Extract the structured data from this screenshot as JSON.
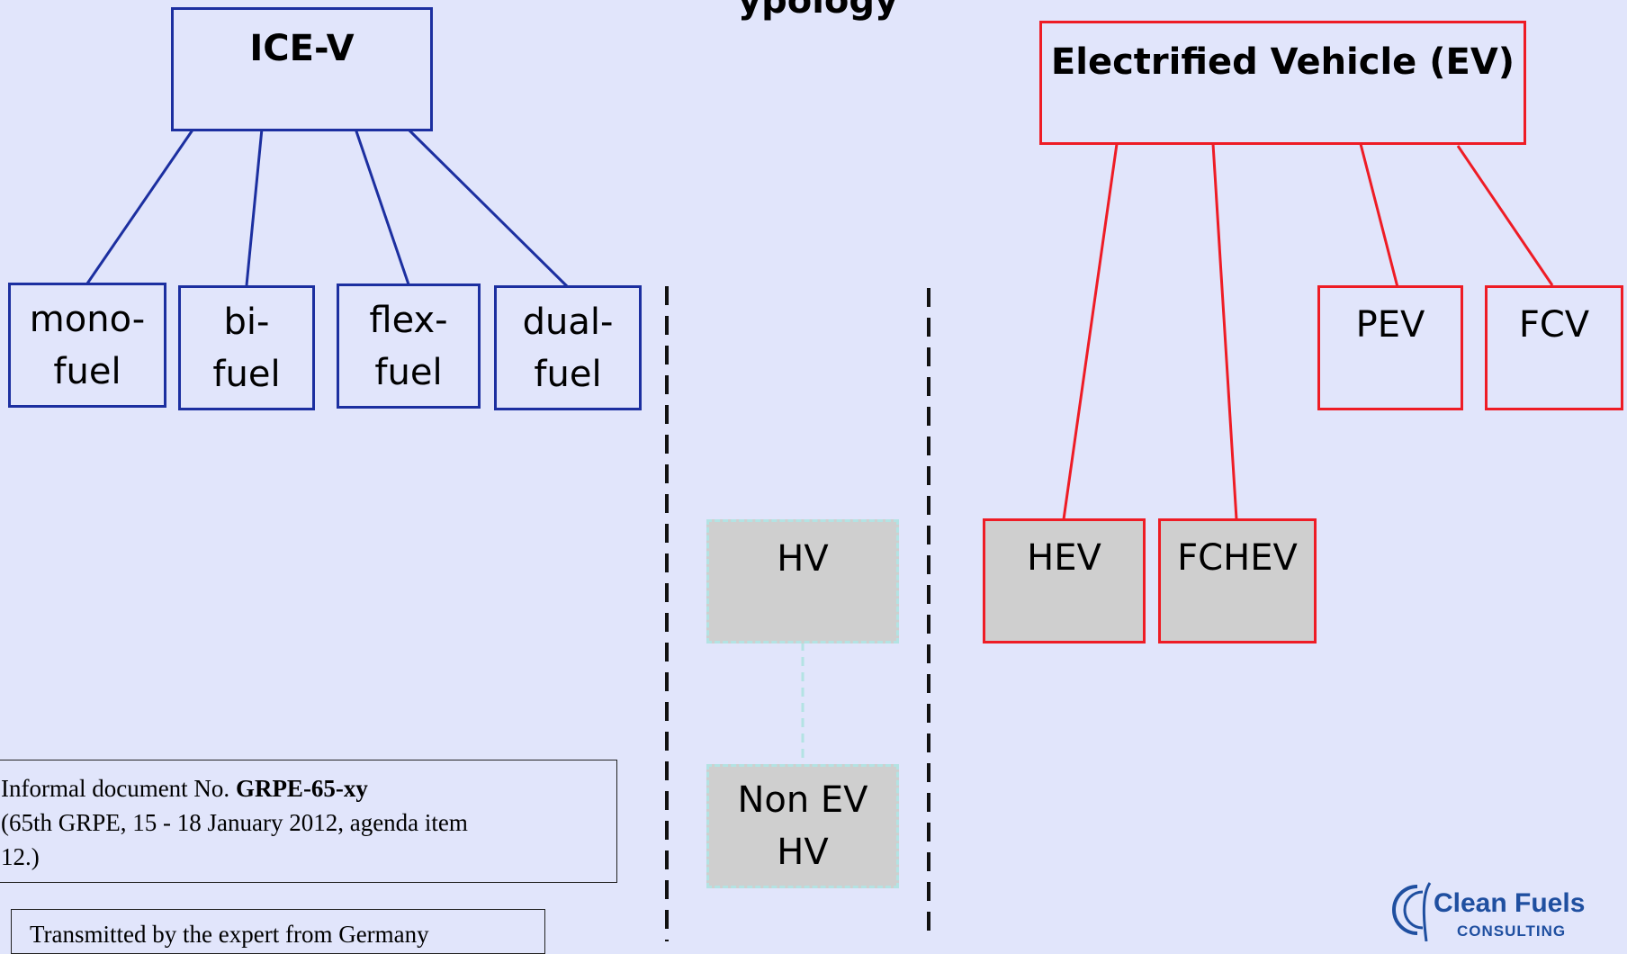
{
  "title_partial": "ypology",
  "colors": {
    "background": "#e1e5fb",
    "ice_blue": "#1c2fa0",
    "ev_red": "#ee1c25",
    "grey_fill": "#cfcfcf",
    "hv_dash": "#b3e3e3",
    "logo_blue": "#1f4fa0"
  },
  "ice": {
    "root": "ICE-V",
    "children": [
      {
        "line1": "mono-",
        "line2": "fuel"
      },
      {
        "line1": "bi-",
        "line2": "fuel"
      },
      {
        "line1": "flex-",
        "line2": "fuel"
      },
      {
        "line1": "dual-",
        "line2": "fuel"
      }
    ]
  },
  "hv": {
    "top": "HV",
    "bottom_line1": "Non EV",
    "bottom_line2": "HV"
  },
  "ev": {
    "root": "Electrified Vehicle (EV)",
    "children": [
      "HEV",
      "FCHEV",
      "PEV",
      "FCV"
    ]
  },
  "informal_doc": {
    "prefix": "Informal document No. ",
    "doc_no": "GRPE-65-xy",
    "line2": "(65th GRPE, 15 - 18 January 2012, agenda item",
    "line3": "12.)"
  },
  "transmitted": "Transmitted by the expert from Germany",
  "logo": {
    "name": "Clean Fuels",
    "sub": "CONSULTING"
  }
}
